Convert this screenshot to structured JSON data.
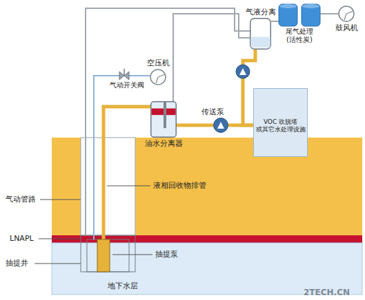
{
  "diagram": {
    "nodes": [
      {
        "text": [
          "空压机"
        ]
      },
      {
        "text": [
          "气动开关阀"
        ]
      },
      {
        "text": [
          "油水分离器"
        ]
      },
      {
        "text": [
          "传送泵"
        ]
      },
      {
        "text": [
          "气液分离"
        ]
      },
      {
        "text": [
          "VOC 吹脱塔 或其它水处理设施"
        ]
      },
      {
        "text": [
          "尾气处理 (活性炭)"
        ]
      },
      {
        "text": [
          "鼓风机"
        ]
      }
    ],
    "edges": [
      {
        "from": 0,
        "to": 1,
        "arrow": "none"
      },
      {
        "from": 2,
        "to": 3,
        "arrow": "none"
      },
      {
        "from": 3,
        "to": 5,
        "arrow": "none"
      },
      {
        "from": 4,
        "to": 5,
        "arrow": "none"
      },
      {
        "from": 2,
        "to": 4,
        "arrow": "none"
      },
      {
        "from": 4,
        "to": 6,
        "arrow": "none"
      },
      {
        "from": 6,
        "to": 7,
        "arrow": "none"
      }
    ],
    "labels": [
      "气动管路",
      "液相回收物排管",
      "LNAPL",
      "抽提井",
      "抽提泵",
      "地下水层",
      "2TECH.CN"
    ]
  }
}
